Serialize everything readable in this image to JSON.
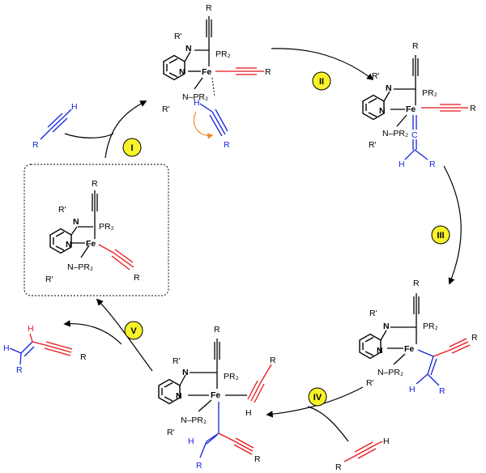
{
  "colors": {
    "red": "#e8141b",
    "blue": "#1525d6",
    "badge": "#f8f22a",
    "orange_arrow": "#f08a2a",
    "black": "#000000"
  },
  "steps": [
    {
      "label": "I"
    },
    {
      "label": "II"
    },
    {
      "label": "III"
    },
    {
      "label": "IV"
    },
    {
      "label": "V"
    }
  ],
  "labels": {
    "R": "R",
    "H": "H",
    "N": "N",
    "Fe": "Fe",
    "C": "C",
    "R_prime": "R'",
    "PR2": "PR₂",
    "N_PR2": "N–PR₂",
    "dash_PR2": "–PR₂"
  },
  "reagents": {
    "alkyne_in_top": {
      "r": "R",
      "h": "H"
    },
    "alkyne_in_bottom": {
      "r": "R",
      "h": "H"
    },
    "enyne_product": {
      "h_top": "H",
      "h_left": "H",
      "r_left": "R",
      "r_right": "R"
    }
  }
}
